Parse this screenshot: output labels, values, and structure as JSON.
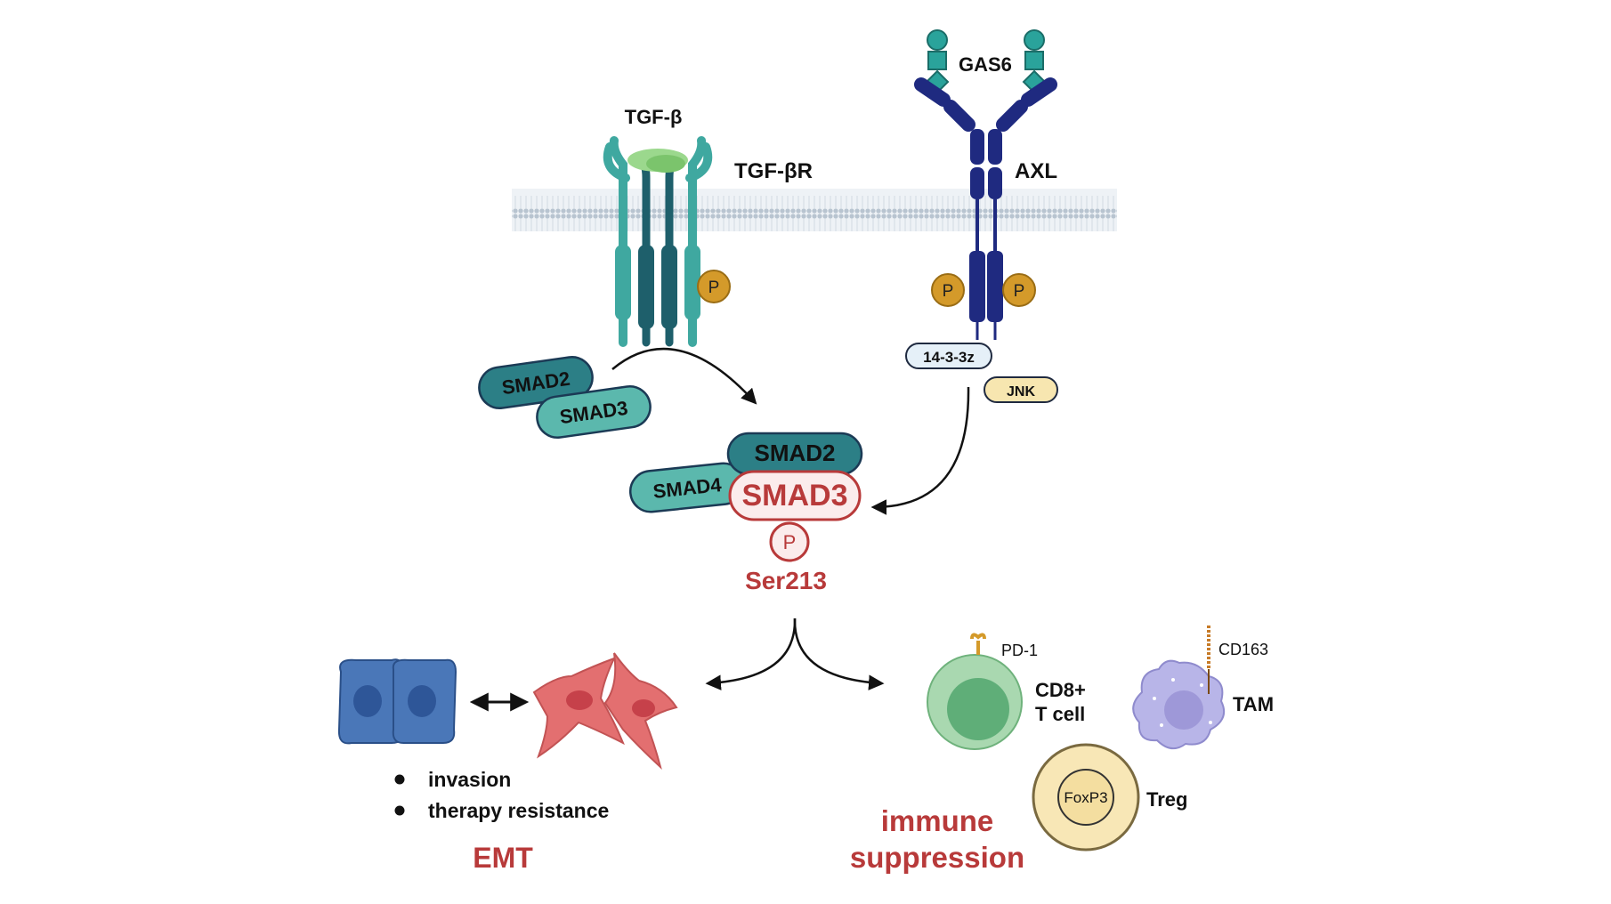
{
  "receptors": {
    "tgfb_ligand": "TGF-β",
    "tgfb_receptor": "TGF-βR",
    "gas6": "GAS6",
    "axl": "AXL",
    "phospho": "P"
  },
  "adaptors": {
    "p14_3_3z": "14-3-3z",
    "jnk": "JNK"
  },
  "smads": {
    "smad2_free": "SMAD2",
    "smad3_free": "SMAD3",
    "smad2_complex": "SMAD2",
    "smad3_complex": "SMAD3",
    "smad4": "SMAD4",
    "complex_p": "P",
    "site": "Ser213"
  },
  "emt": {
    "bullets": [
      "invasion",
      "therapy resistance"
    ],
    "title": "EMT"
  },
  "immune": {
    "pd1": "PD-1",
    "cd8_line1": "CD8+",
    "cd8_line2": "T cell",
    "cd163": "CD163",
    "tam": "TAM",
    "foxp3": "FoxP3",
    "treg": "Treg",
    "title_line1": "immune",
    "title_line2": "suppression"
  },
  "colors": {
    "teal": "#3fa8a0",
    "dark_teal": "#1e5f6b",
    "navy": "#1f2a80",
    "phospho": "#d49a2a",
    "accent_red": "#b83a3a",
    "membrane": "#c9d4de"
  }
}
